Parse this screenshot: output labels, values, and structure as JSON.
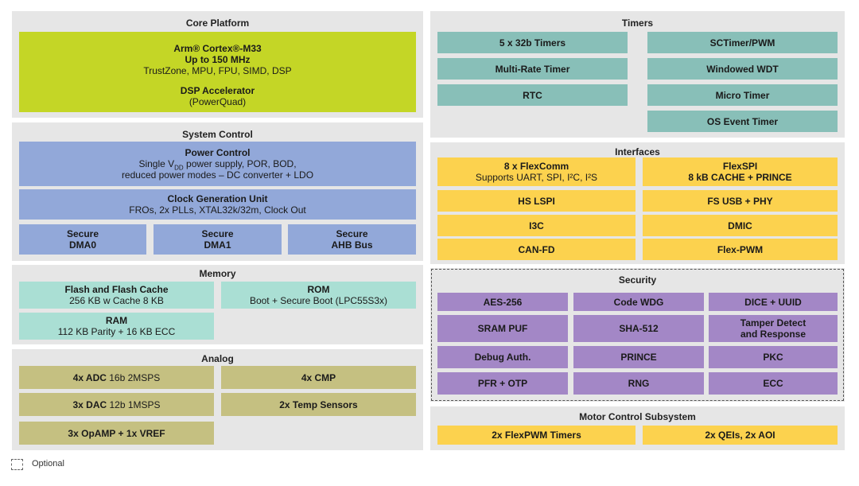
{
  "core": {
    "title": "Core Platform",
    "cpu_name": "Arm® Cortex®-M33",
    "cpu_freq": "Up to 150 MHz",
    "cpu_features": "TrustZone, MPU, FPU, SIMD, DSP",
    "dsp_name": "DSP Accelerator",
    "dsp_sub": "(PowerQuad)"
  },
  "system": {
    "title": "System Control",
    "power_name": "Power Control",
    "power_line1_pre": "Single V",
    "power_line1_sub": "DD",
    "power_line1_post": " power supply, POR, BOD,",
    "power_line2": "reduced power modes – DC converter + LDO",
    "clock_name": "Clock Generation Unit",
    "clock_sub": "FROs, 2x PLLs, XTAL32k/32m, Clock Out",
    "secure": [
      {
        "l1": "Secure",
        "l2": "DMA0"
      },
      {
        "l1": "Secure",
        "l2": "DMA1"
      },
      {
        "l1": "Secure",
        "l2": "AHB Bus"
      }
    ]
  },
  "memory": {
    "title": "Memory",
    "flash_name": "Flash and Flash Cache",
    "flash_sub": "256 KB w Cache 8 KB",
    "rom_name": "ROM",
    "rom_sub": "Boot + Secure Boot (LPC55S3x)",
    "ram_name": "RAM",
    "ram_sub": "112 KB Parity + 16 KB ECC"
  },
  "analog": {
    "title": "Analog",
    "adc_bold": "4x  ADC",
    "adc_rest": " 16b 2MSPS",
    "cmp": "4x CMP",
    "dac_bold": "3x DAC",
    "dac_rest": " 12b 1MSPS",
    "temp": "2x Temp Sensors",
    "opamp": "3x OpAMP + 1x VREF"
  },
  "timers": {
    "title": "Timers",
    "left": [
      "5 x 32b Timers",
      "Multi-Rate Timer",
      "RTC"
    ],
    "right": [
      "SCTimer/PWM",
      "Windowed WDT",
      "Micro Timer",
      "OS Event Timer"
    ]
  },
  "interfaces": {
    "title": "Interfaces",
    "flexcomm_name": "8 x FlexComm",
    "flexcomm_sub": "Supports UART, SPI, I²C, I²S",
    "flexspi_name": "FlexSPI",
    "flexspi_sub": "8 kB CACHE + PRINCE",
    "left": [
      "HS LSPI",
      "I3C",
      "CAN-FD"
    ],
    "right": [
      "FS USB + PHY",
      "DMIC",
      "Flex-PWM"
    ]
  },
  "security": {
    "title": "Security",
    "row1": [
      "AES-256",
      "Code WDG",
      "DICE + UUID"
    ],
    "row2": [
      "SRAM PUF",
      "SHA-512"
    ],
    "tamper_l1": "Tamper Detect",
    "tamper_l2": "and Response",
    "row3": [
      "Debug Auth.",
      "PRINCE",
      "PKC"
    ],
    "row4": [
      "PFR + OTP",
      "RNG",
      "ECC"
    ]
  },
  "motor": {
    "title": "Motor Control Subsystem",
    "items": [
      "2x FlexPWM Timers",
      "2x QEIs, 2x AOI"
    ]
  },
  "legend": {
    "label": "Optional"
  },
  "colors": {
    "core": "#c4d626",
    "system": "#92a8d9",
    "memory": "#aadfd4",
    "analog": "#c5c081",
    "timers": "#88bfb8",
    "interfaces": "#fcd24e",
    "security": "#a387c6",
    "panel": "#e6e6e6"
  }
}
